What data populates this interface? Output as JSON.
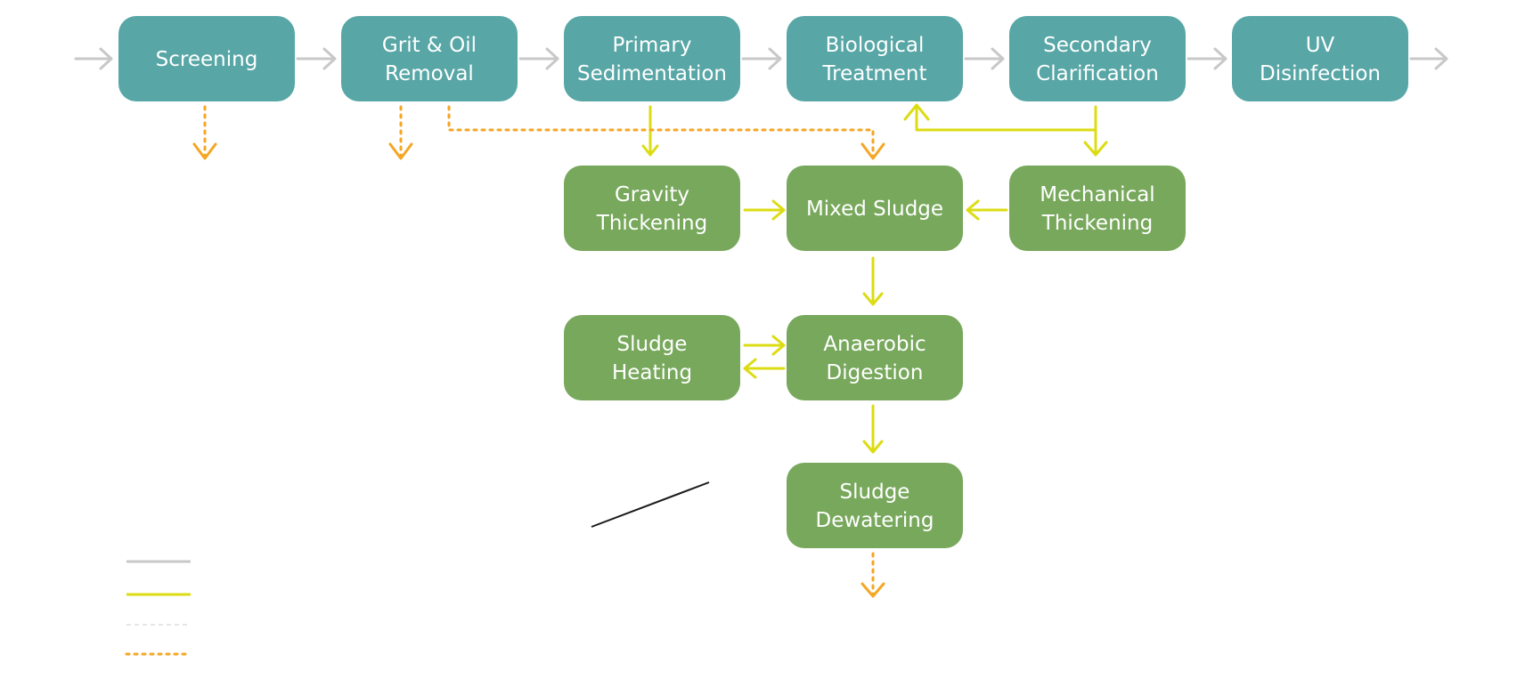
{
  "colors": {
    "water_node": "#58a6a6",
    "sludge_node": "#78a85c",
    "water_line": "#c8c8c8",
    "sludge_line": "#dcdc14",
    "waste_line": "#f5a623",
    "gas_line": "#dddddd"
  },
  "nodes": {
    "screening": {
      "lines": [
        "Screening"
      ]
    },
    "grit": {
      "lines": [
        "Grit & Oil",
        "Removal"
      ]
    },
    "primary": {
      "lines": [
        "Primary",
        "Sedimentation"
      ]
    },
    "biological": {
      "lines": [
        "Biological",
        "Treatment"
      ]
    },
    "secondary": {
      "lines": [
        "Secondary",
        "Clarification"
      ]
    },
    "uv": {
      "lines": [
        "UV",
        "Disinfection"
      ]
    },
    "gravity": {
      "lines": [
        "Gravity",
        "Thickening"
      ]
    },
    "mixed": {
      "lines": [
        "Mixed Sludge"
      ]
    },
    "mechanical": {
      "lines": [
        "Mechanical",
        "Thickening"
      ]
    },
    "heating": {
      "lines": [
        "Sludge",
        "Heating"
      ]
    },
    "digestion": {
      "lines": [
        "Anaerobic",
        "Digestion"
      ]
    },
    "dewatering": {
      "lines": [
        "Sludge",
        "Dewatering"
      ]
    }
  },
  "legend": {
    "items": [
      {
        "kind": "water",
        "label": ""
      },
      {
        "kind": "sludge",
        "label": ""
      },
      {
        "kind": "gas",
        "label": ""
      },
      {
        "kind": "waste",
        "label": ""
      }
    ]
  }
}
